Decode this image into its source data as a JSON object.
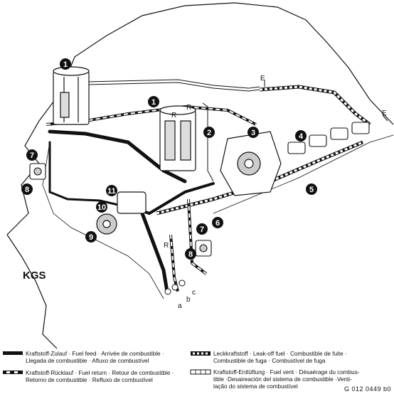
{
  "callouts": [
    "1",
    "1",
    "2",
    "3",
    "4",
    "5",
    "6",
    "7",
    "7",
    "8",
    "8",
    "9",
    "10",
    "11"
  ],
  "letters": {
    "e1": "E",
    "e2": "E",
    "r1": "R",
    "r2": "R",
    "r3": "R",
    "a": "a",
    "b": "b",
    "c": "c"
  },
  "label_kgs": "KGS",
  "legend": {
    "feed_line1": "Kraftstoff-Zulauf · Fuel feed · Arrivée de combustible ·",
    "feed_line2": "Llegada de combustible · Afluxo de combustível",
    "return_line1": "Kraftstoff-Rücklauf · Fuel return · Retour de combustible ·",
    "return_line2": "Retorno de combustible · Refluxo de combustível",
    "leak_line1": "Leckkraftstoff · Leak-off fuel · Combustible de fuite ·",
    "leak_line2": "Combustible de fuga · Combustível de fuga",
    "vent_line1": "Kraftstoff-Entlüftung · Fuel vent · Désaérage du combus-",
    "vent_line2": "tible ·Desaireación del sistema de combustible ·Venti-",
    "vent_line3": "lação do sistema de combustível"
  },
  "reference": "G 012 0449 b0"
}
